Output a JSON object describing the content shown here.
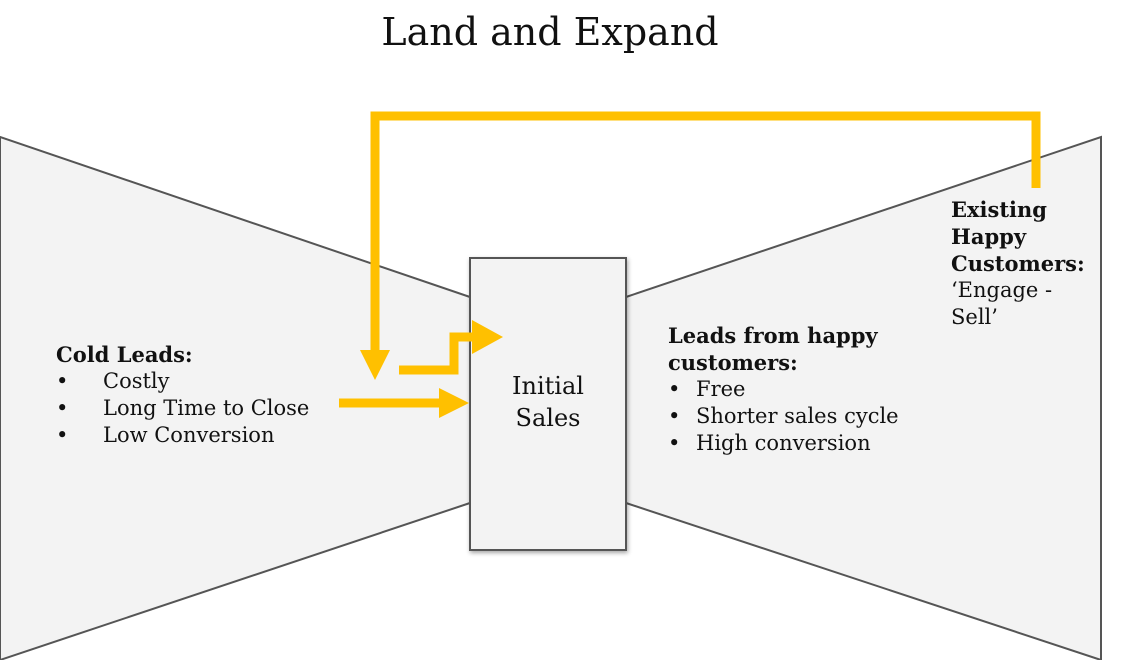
{
  "title": "Land and Expand",
  "center_box": {
    "line1": "Initial",
    "line2": "Sales"
  },
  "cold_leads": {
    "heading": "Cold Leads:",
    "bullet": "•",
    "items": [
      "Costly",
      "Long Time to Close",
      "Low Conversion"
    ]
  },
  "happy_leads": {
    "heading_line1": "Leads from happy",
    "heading_line2": "customers:",
    "bullet": "•",
    "items": [
      "Free",
      "Shorter sales cycle",
      "High conversion"
    ]
  },
  "existing": {
    "line1": "Existing",
    "line2": "Happy",
    "line3": "Customers:",
    "line4": "‘Engage -",
    "line5": "Sell’"
  },
  "colors": {
    "arrow": "#ffc000",
    "funnel_fill": "#f3f3f3",
    "outline": "#555555"
  }
}
